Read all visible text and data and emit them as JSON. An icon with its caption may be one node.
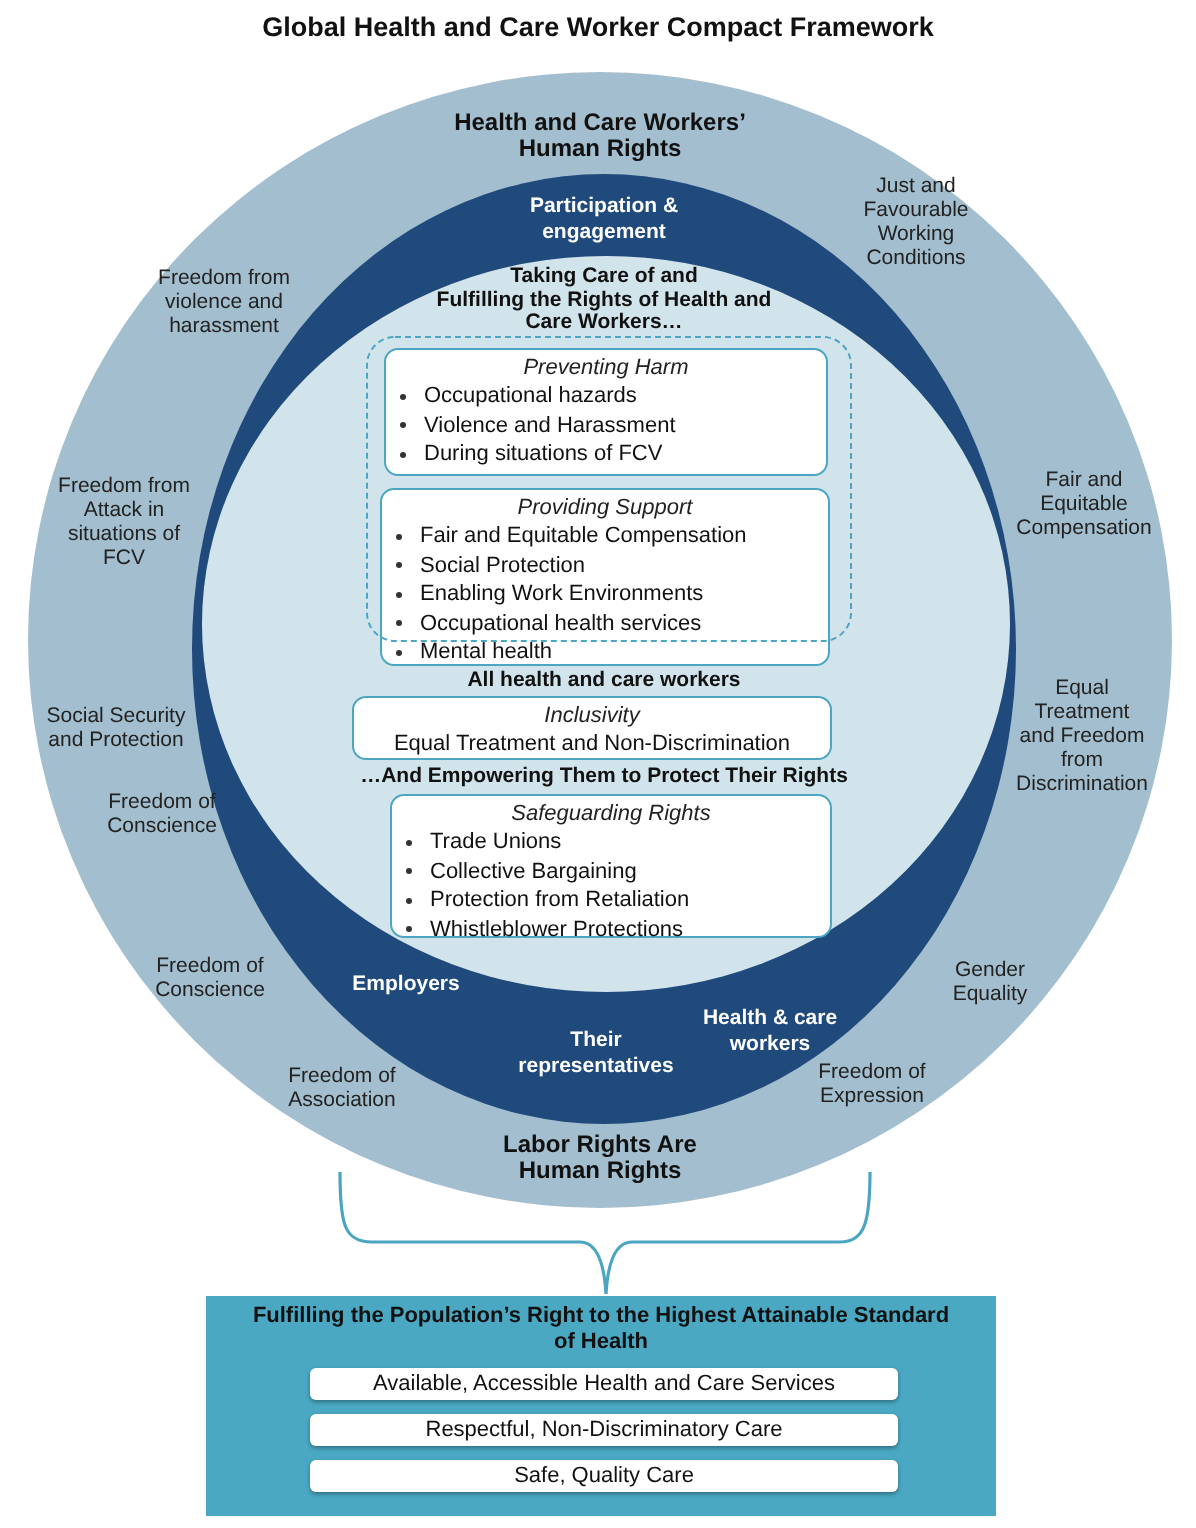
{
  "diagram": {
    "title": "Global Health and Care Worker Compact Framework",
    "nodes": [
      {
        "text": [
          "Health and Care Workers’ Human Rights",
          "Just and Favourable Working Conditions",
          "Freedom from violence and harassment",
          "Freedom from Attack in situations of FCV",
          "Fair and Equitable Compensation",
          "Social Security and Protection",
          "Equal Treatment and Freedom from Discrimination",
          "Freedom of Conscience",
          "Freedom of Conscience",
          "Gender Equality",
          "Freedom of Association",
          "Freedom of Expression",
          "Labor Rights Are Human Rights"
        ]
      },
      {
        "text": [
          "Participation & engagement",
          "Employers",
          "Their representatives",
          "Health & care workers"
        ],
        "in": 0
      },
      {
        "text": [
          "Taking Care of and Fulfilling the Rights of Health and Care Workers…",
          "All health and care workers",
          "…And Empowering Them to Protect Their Rights"
        ],
        "in": 1
      },
      {
        "text": [],
        "shape": "box",
        "in": 2
      },
      {
        "text": [
          "Preventing Harm",
          "Occupational hazards",
          "Violence and Harassment",
          "During situations of FCV"
        ],
        "in": 3
      },
      {
        "text": [
          "Providing Support",
          "Fair and Equitable Compensation",
          "Social Protection",
          "Enabling Work Environments",
          "Occupational health services",
          "Mental health"
        ],
        "in": 2
      },
      {
        "text": [
          "Inclusivity",
          "Equal Treatment and Non-Discrimination"
        ],
        "in": 2
      },
      {
        "text": [
          "Safeguarding Rights",
          "Trade Unions",
          "Collective Bargaining",
          "Protection from Retaliation",
          "Whistleblower Protections"
        ],
        "in": 2
      },
      {
        "text": [
          "Fulfilling the Population’s Right to the Highest Attainable Standard of Health"
        ]
      },
      {
        "text": [
          "Available, Accessible Health and Care Services"
        ],
        "in": 8
      },
      {
        "text": [
          "Respectful, Non-Discriminatory Care"
        ],
        "in": 8
      },
      {
        "text": [
          "Safe, Quality Care"
        ],
        "in": 8
      }
    ]
  }
}
